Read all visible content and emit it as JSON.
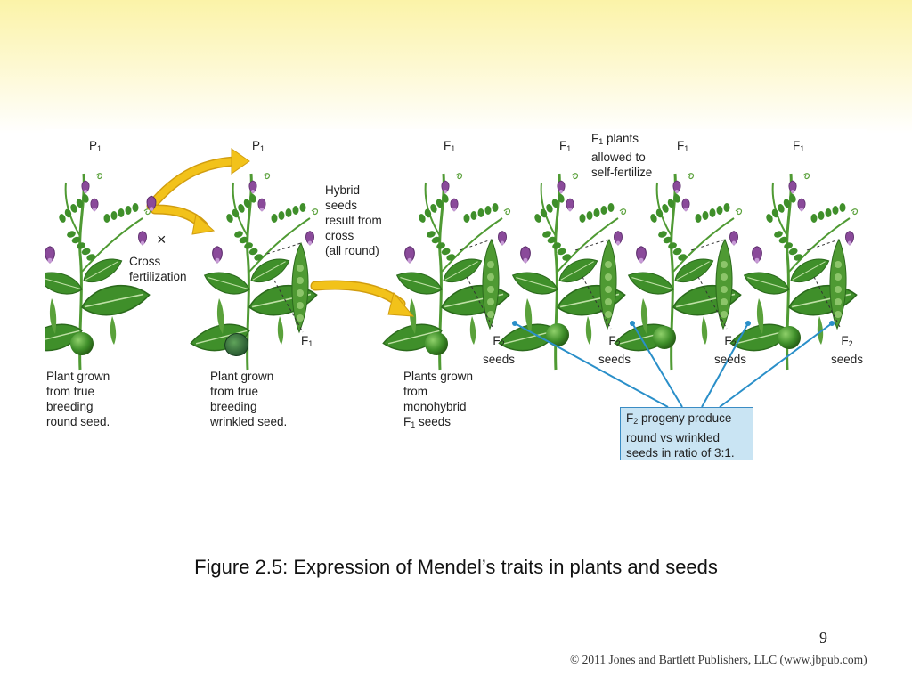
{
  "figure": {
    "generations": {
      "p1_left": "P",
      "p1_right": "P",
      "f1_a": "F",
      "f1_b": "F",
      "f1_c": "F",
      "f1_d": "F",
      "f1_pod": "F",
      "sub_1": "1",
      "sub_2": "2"
    },
    "labels": {
      "cross_symbol": "×",
      "cross_fertilization": "Cross\nfertilization",
      "hybrid_seeds": "Hybrid\nseeds\nresult from\ncross\n(all round)",
      "f1_plants_prefix": "F",
      "f1_plants_rest": " plants\nallowed to\nself-fertilize",
      "seeds_word": "seeds",
      "plant_round": "Plant grown\nfrom true\nbreeding\nround seed.",
      "plant_wrinkled": "Plant grown\nfrom true\nbreeding\nwrinkled seed.",
      "plants_mono_main": "Plants grown\nfrom\nmonohybrid",
      "plants_mono_f1": "F",
      "plants_mono_tail": " seeds",
      "ratio_prefix": "F",
      "ratio_rest": " progeny produce\nround vs wrinkled\nseeds in ratio of 3:1."
    },
    "colors": {
      "leaf": "#3f8f2a",
      "leaf_dark": "#2b6a1c",
      "flower": "#8a4a9a",
      "arrow": "#f2c21a",
      "connector": "#2a8fc9",
      "ratio_box": "#c9e4f3"
    }
  },
  "caption": "Figure 2.5: Expression of Mendel’s traits in plants and seeds",
  "slide_number": "9",
  "copyright": "© 2011 Jones and Bartlett Publishers, LLC (www.jbpub.com)"
}
